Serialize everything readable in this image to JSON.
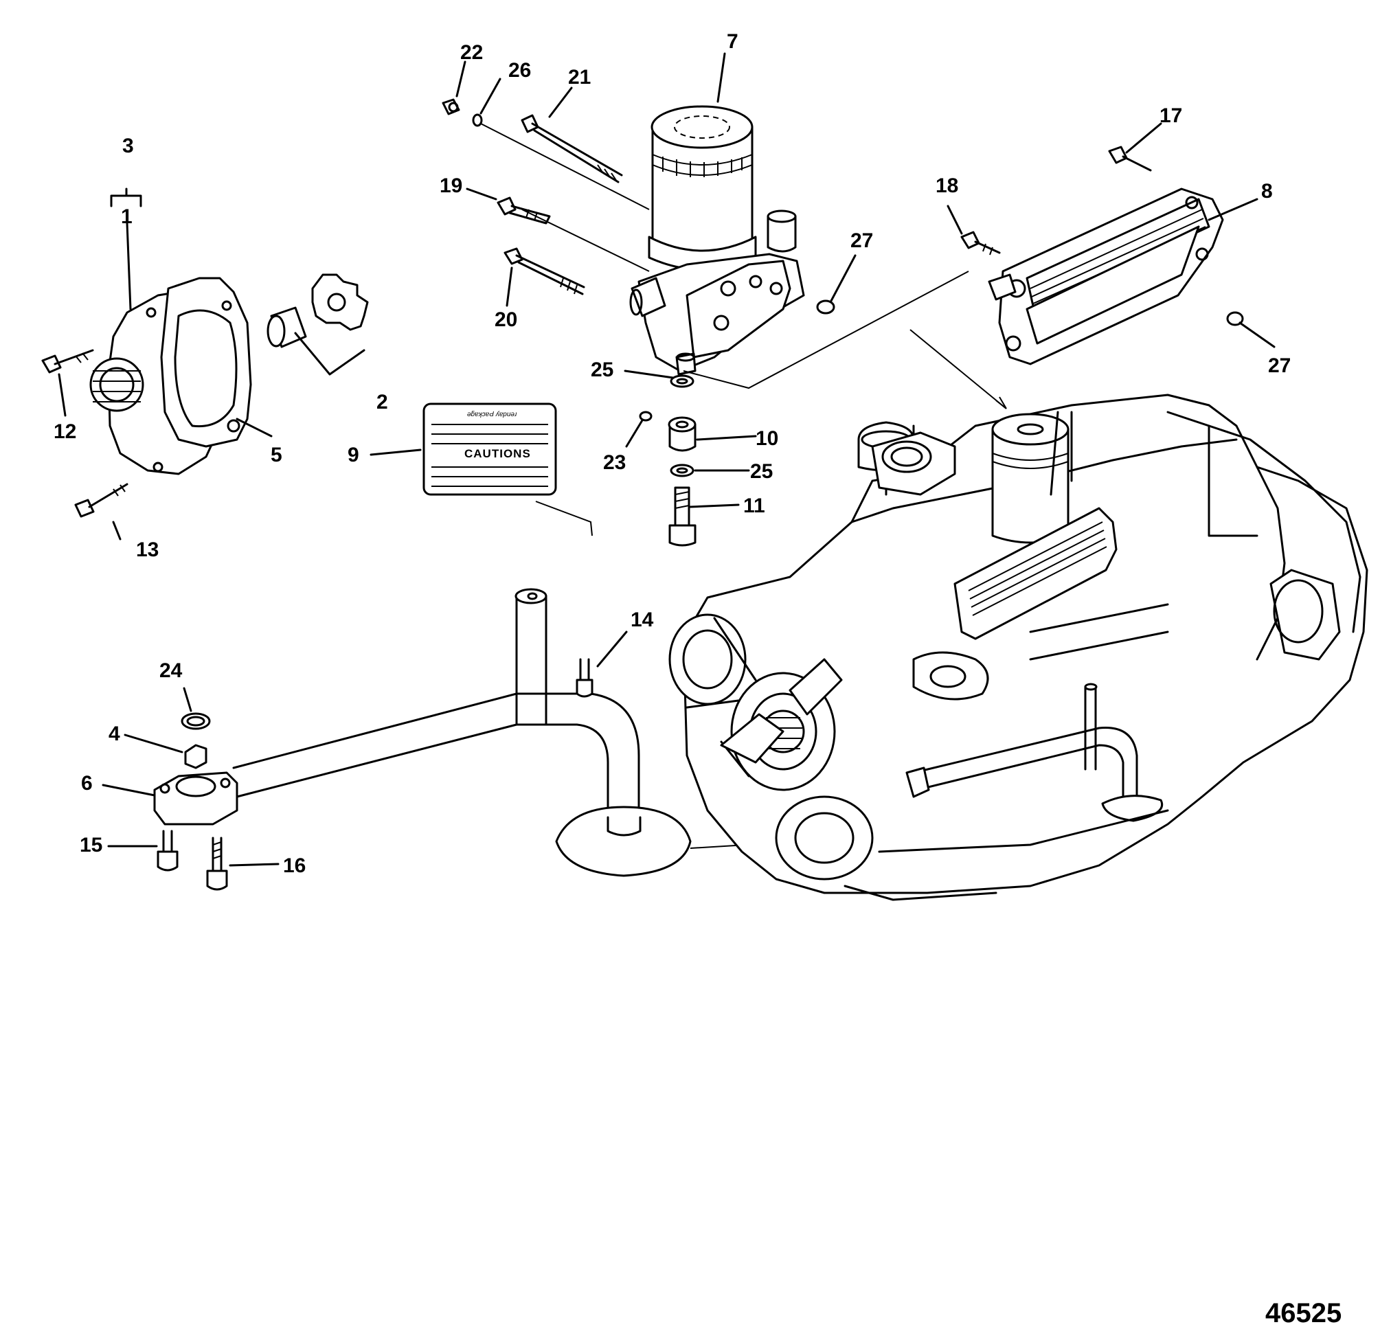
{
  "diagram": {
    "figure_number": "46525",
    "decal": {
      "header": "ǝƃɐʞɔɐԀ ʎɐpuǝɹ",
      "title": "CAUTIONS"
    },
    "callouts": [
      {
        "id": "c1",
        "text": "1"
      },
      {
        "id": "c2",
        "text": "2"
      },
      {
        "id": "c3",
        "text": "3"
      },
      {
        "id": "c4",
        "text": "4"
      },
      {
        "id": "c5",
        "text": "5"
      },
      {
        "id": "c6",
        "text": "6"
      },
      {
        "id": "c7",
        "text": "7"
      },
      {
        "id": "c8",
        "text": "8"
      },
      {
        "id": "c9",
        "text": "9"
      },
      {
        "id": "c10",
        "text": "10"
      },
      {
        "id": "c11",
        "text": "11"
      },
      {
        "id": "c12",
        "text": "12"
      },
      {
        "id": "c13",
        "text": "13"
      },
      {
        "id": "c14",
        "text": "14"
      },
      {
        "id": "c15",
        "text": "15"
      },
      {
        "id": "c16",
        "text": "16"
      },
      {
        "id": "c17",
        "text": "17"
      },
      {
        "id": "c18",
        "text": "18"
      },
      {
        "id": "c19",
        "text": "19"
      },
      {
        "id": "c20",
        "text": "20"
      },
      {
        "id": "c21",
        "text": "21"
      },
      {
        "id": "c22",
        "text": "22"
      },
      {
        "id": "c23",
        "text": "23"
      },
      {
        "id": "c24",
        "text": "24"
      },
      {
        "id": "c25a",
        "text": "25"
      },
      {
        "id": "c25b",
        "text": "25"
      },
      {
        "id": "c26",
        "text": "26"
      },
      {
        "id": "c27a",
        "text": "27"
      },
      {
        "id": "c27b",
        "text": "27"
      }
    ]
  }
}
